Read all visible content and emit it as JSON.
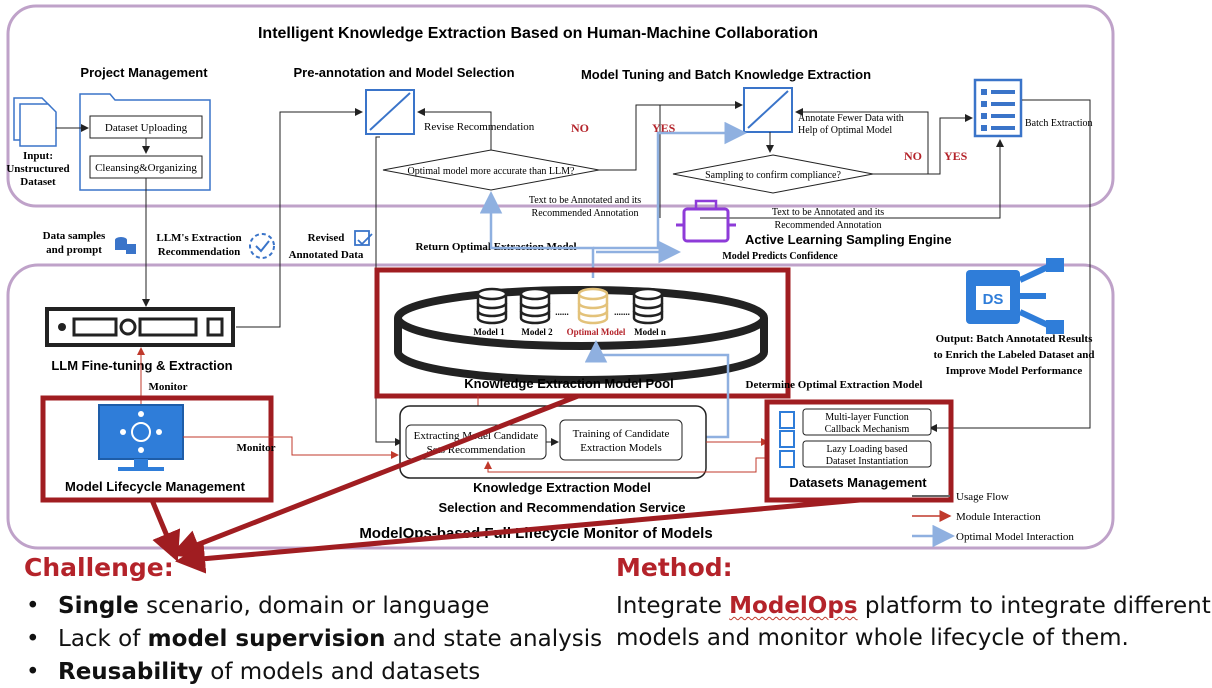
{
  "title": "Intelligent Knowledge Extraction Based on Human-Machine Collaboration",
  "colors": {
    "accent_red": "#b4232a",
    "frame_purple": "#bfa2c9",
    "blue": "#3a74c9",
    "light_blue": "#8fb0e0",
    "dark_red_box": "#a01d21"
  },
  "project_management": {
    "title": "Project Management",
    "input_label": [
      "Input:",
      "Unstructured",
      "Dataset"
    ],
    "dataset_uploading": "Dataset Uploading",
    "cleansing": "Cleansing&Organizing"
  },
  "preannotation": {
    "title": "Pre-annotation and Model Selection",
    "revise": "Revise Recommendation",
    "decision": "Optimal model more accurate than LLM?",
    "no": "NO",
    "yes": "YES",
    "text_to_annotate": [
      "Text to be Annotated and its",
      "Recommended Annotation"
    ]
  },
  "tuning": {
    "title": "Model Tuning and Batch Knowledge Extraction",
    "annotate": [
      "Annotate Fewer Data with",
      "Help of Optimal Model"
    ],
    "decision": "Sampling to confirm compliance?",
    "no": "NO",
    "yes": "YES",
    "batch": "Batch Extraction",
    "text_to_annotate": [
      "Text to be Annotated and its",
      "Recommended Annotation"
    ]
  },
  "middle": {
    "data_samples": [
      "Data samples",
      "and prompt"
    ],
    "llm_recommend": [
      "LLM's  Extraction",
      "Recommendation"
    ],
    "revised": [
      "Revised",
      "Annotated Data"
    ],
    "return_optimal": "Return Optimal Extraction Model",
    "active_learning": "Active Learning Sampling Engine",
    "predicts_confidence": "Model Predicts Confidence"
  },
  "lower": {
    "llm_finetune": "LLM Fine-tuning & Extraction",
    "monitor1": "Monitor",
    "lifecycle": "Model Lifecycle Management",
    "monitor2": "Monitor",
    "pool_models": [
      "Model 1",
      "Model  2",
      "......",
      "Optimal Model",
      ".......",
      "Model  n"
    ],
    "pool_title": "Knowledge Extraction Model Pool",
    "determine": "Determine Optimal Extraction Model",
    "candidate_set": [
      "Extracting Model Candidate",
      "Sets Recommendation"
    ],
    "training": [
      "Training of Candidate",
      "Extraction Models"
    ],
    "service": [
      "Knowledge Extraction Model",
      "Selection and Recommendation Service"
    ],
    "ds_badge": "DS",
    "output": [
      "Output: Batch Annotated Results",
      "to Enrich the Labeled Dataset and",
      "Improve Model Performance"
    ],
    "callback": [
      "Multi-layer Function",
      "Callback Mechanism"
    ],
    "lazy": [
      "Lazy Loading based",
      "Dataset Instantiation"
    ],
    "datasets_mgmt": "Datasets Management",
    "modelops": "ModelOps-based Full Lifecycle Monitor of Models"
  },
  "legend": {
    "usage": "Usage Flow",
    "module": "Module Interaction",
    "optimal": "Optimal Model Interaction"
  },
  "challenge": {
    "title": "Challenge:",
    "items": [
      {
        "bold": "Single",
        "rest": " scenario, domain or language",
        "pre": ""
      },
      {
        "pre": "Lack of ",
        "bold": "model supervision",
        "rest": " and state analysis"
      },
      {
        "bold": "Reusability",
        "rest": " of models and datasets",
        "pre": ""
      }
    ]
  },
  "method": {
    "title": "Method:",
    "pre": "Integrate ",
    "highlight": "ModelOps",
    "post": " platform to integrate different",
    "line2": "models and monitor whole lifecycle of them."
  }
}
